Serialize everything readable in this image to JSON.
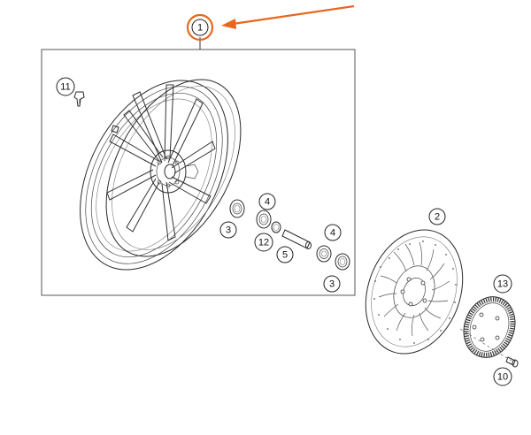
{
  "diagram": {
    "accent_color": "#e8671d",
    "callouts": [
      {
        "id": "c1",
        "label": "1",
        "highlighted": true
      },
      {
        "id": "c2",
        "label": "2"
      },
      {
        "id": "c3a",
        "label": "3"
      },
      {
        "id": "c3b",
        "label": "3"
      },
      {
        "id": "c4a",
        "label": "4"
      },
      {
        "id": "c4b",
        "label": "4"
      },
      {
        "id": "c5",
        "label": "5"
      },
      {
        "id": "c10",
        "label": "10"
      },
      {
        "id": "c11",
        "label": "11"
      },
      {
        "id": "c12",
        "label": "12"
      },
      {
        "id": "c13",
        "label": "13"
      }
    ],
    "parts": {
      "wheel": "front-wheel-assembly",
      "brake_disc": "brake-disc",
      "sensor_ring": "abs-sensor-ring",
      "axle": "axle-sleeve",
      "bearing": "wheel-bearing",
      "seal": "shaft-seal",
      "spacer": "distance-ring",
      "screw": "screw",
      "valve": "tire-valve"
    }
  }
}
